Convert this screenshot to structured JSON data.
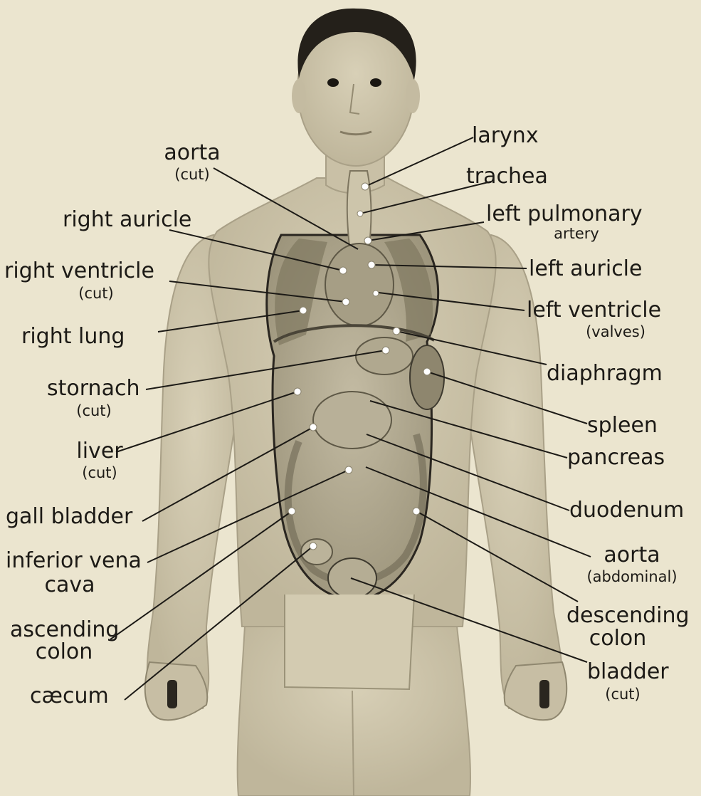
{
  "labels": {
    "aorta_cut": {
      "main": "aorta",
      "sub": "(cut)"
    },
    "larynx": {
      "main": "larynx"
    },
    "trachea": {
      "main": "trachea"
    },
    "left_pulmonary_artery": {
      "main": "left pulmonary",
      "sub": "artery"
    },
    "right_auricle": {
      "main": "right auricle"
    },
    "left_auricle": {
      "main": "left auricle"
    },
    "right_ventricle": {
      "main": "right ventricle",
      "sub": "(cut)"
    },
    "left_ventricle": {
      "main": "left ventricle",
      "sub": "(valves)"
    },
    "right_lung": {
      "main": "right lung"
    },
    "diaphragm": {
      "main": "diaphragm"
    },
    "stomach": {
      "main": "stornach",
      "sub": "(cut)"
    },
    "spleen": {
      "main": "spleen"
    },
    "liver": {
      "main": "liver",
      "sub": "(cut)"
    },
    "pancreas": {
      "main": "pancreas"
    },
    "gall_bladder": {
      "main": "gall bladder"
    },
    "duodenum": {
      "main": "duodenum"
    },
    "inferior_vena_cava": {
      "main": "inferior vena",
      "sub": "cava"
    },
    "aorta_abdominal": {
      "main": "aorta",
      "sub": "(abdominal)"
    },
    "ascending_colon": {
      "main": "ascending",
      "sub": "colon"
    },
    "descending_colon": {
      "main": "descending",
      "sub": "colon"
    },
    "caecum": {
      "main": "cæcum"
    },
    "bladder": {
      "main": "bladder",
      "sub": "(cut)"
    }
  },
  "colors": {
    "background": "#ebe5cf",
    "skin": "#cfc6ac",
    "hair": "#24201a",
    "organs": "#b3ab92",
    "leader_line": "#1c1a16",
    "pin": "#ffffff"
  }
}
